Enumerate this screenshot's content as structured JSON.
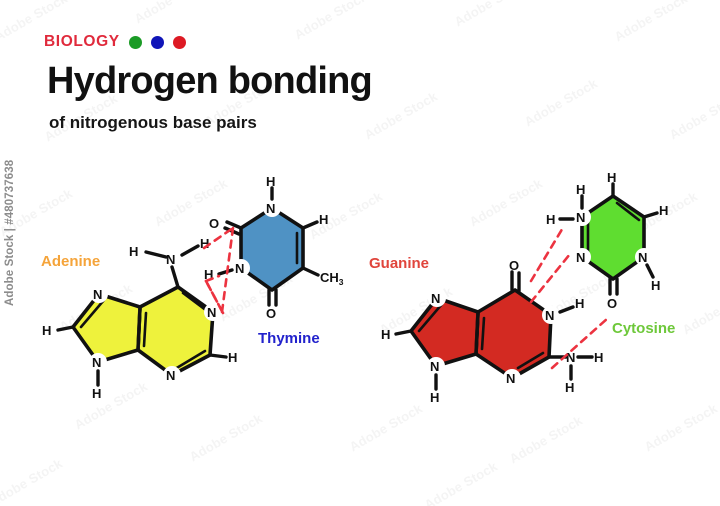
{
  "header": {
    "kicker": "BIOLOGY",
    "kicker_dots": [
      {
        "name": "green-dot",
        "color": "#1b9b26"
      },
      {
        "name": "blue-dot",
        "color": "#1015b8"
      },
      {
        "name": "red-dot",
        "color": "#dd1a24"
      }
    ],
    "title": "Hydrogen bonding",
    "subtitle": "of nitrogenous base pairs"
  },
  "credit": {
    "text": "Adobe Stock | #480737638"
  },
  "watermark": {
    "text": "Adobe Stock"
  },
  "colors": {
    "adenine_fill": "#eef23c",
    "thymine_fill": "#4f92c4",
    "guanine_fill": "#d32a22",
    "cytosine_fill": "#5fdd30",
    "adenine_label": "#f5a43a",
    "thymine_label": "#2222cc",
    "guanine_label": "#e0453c",
    "cytosine_label": "#6ec83a",
    "hydrogen_bond": "#ec3340",
    "bond_stroke": "#111111"
  },
  "chart_data": {
    "type": "diagram",
    "title": "Hydrogen bonding of nitrogenous base pairs",
    "pairs": [
      {
        "name": "adenine-thymine",
        "purine": "Adenine",
        "pyrimidine": "Thymine",
        "hydrogen_bond_count": 2
      },
      {
        "name": "guanine-cytosine",
        "purine": "Guanine",
        "pyrimidine": "Cytosine",
        "hydrogen_bond_count": 3
      }
    ]
  },
  "bases": {
    "adenine": {
      "label": "Adenine",
      "atoms": {
        "n1": "N",
        "n3": "N",
        "n7": "N",
        "n9": "N",
        "amine_n": "N",
        "h": "H",
        "ch3": ""
      }
    },
    "thymine": {
      "label": "Thymine",
      "atoms": {
        "n1": "N",
        "n3": "N",
        "o2": "O",
        "o4": "O",
        "methyl": "CH",
        "methyl_sub": "3",
        "h": "H"
      }
    },
    "guanine": {
      "label": "Guanine",
      "atoms": {
        "n1": "N",
        "n3": "N",
        "n7": "N",
        "n9": "N",
        "amine_n": "N",
        "o6": "O",
        "h": "H"
      }
    },
    "cytosine": {
      "label": "Cytosine",
      "atoms": {
        "n1": "N",
        "n3": "N",
        "amine_n": "N",
        "o2": "O",
        "h": "H"
      }
    }
  },
  "atom_labels": {
    "N": "N",
    "O": "O",
    "H": "H",
    "CH": "CH",
    "three": "3"
  }
}
